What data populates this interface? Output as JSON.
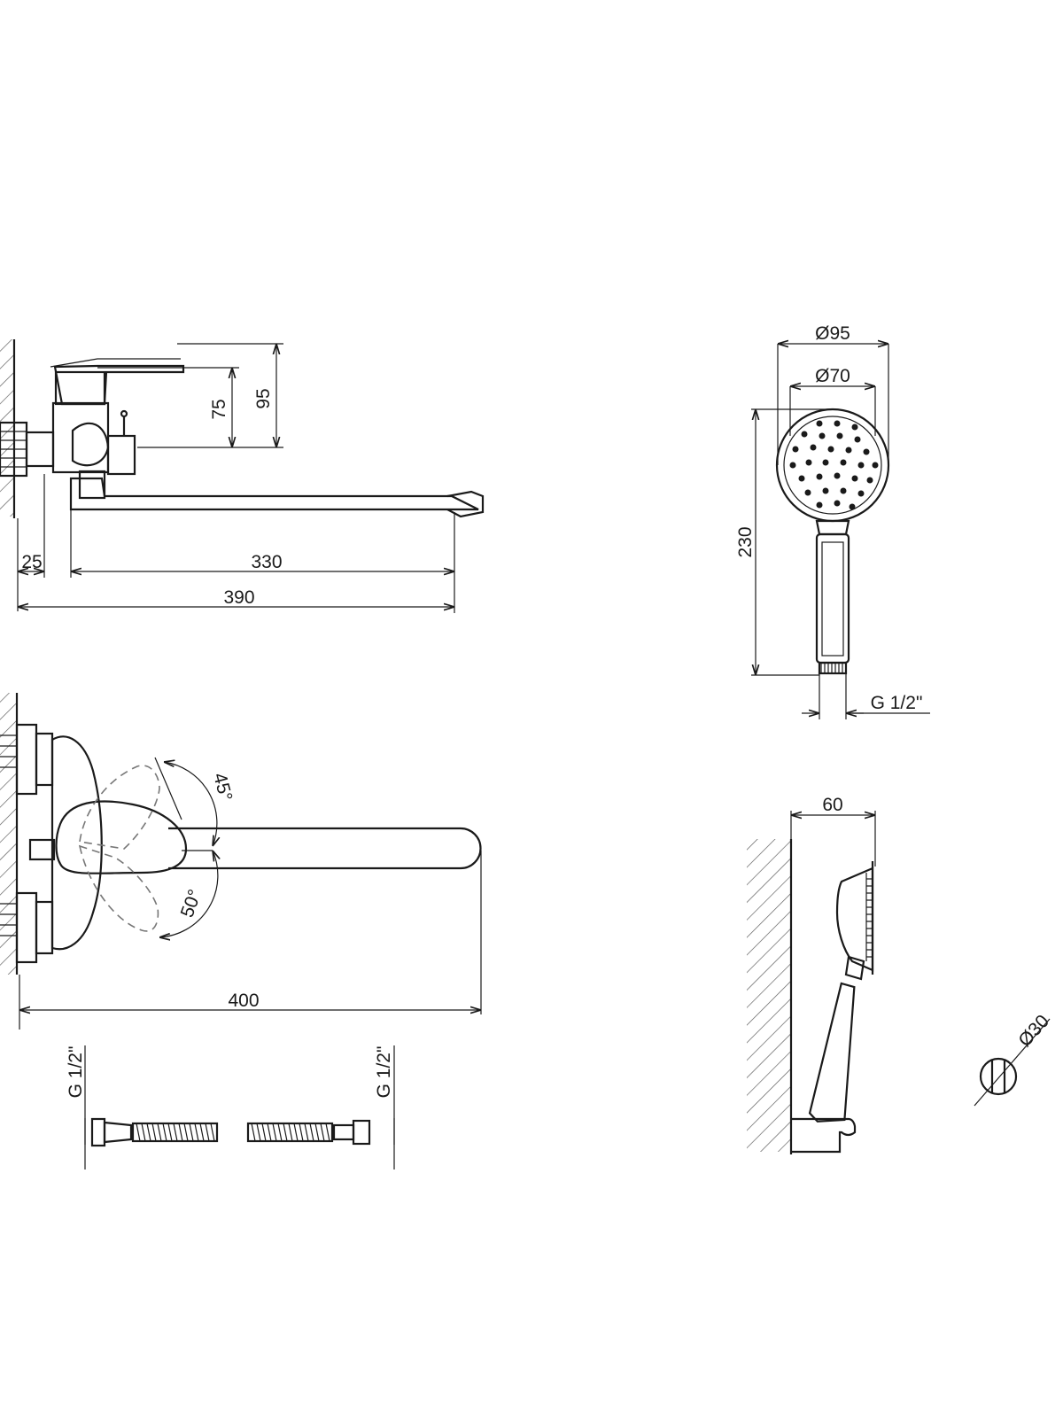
{
  "dimensions": {
    "height_75": "75",
    "height_95": "95",
    "offset_25": "25",
    "spout_330": "330",
    "total_390": "390",
    "head_d95": "Ø95",
    "head_d70": "Ø70",
    "handshower_230": "230",
    "handshower_thread": "G 1/2\"",
    "angle_45": "45°",
    "angle_50": "50°",
    "spout_400": "400",
    "hose_thread_left": "G 1/2\"",
    "hose_thread_right": "G 1/2\"",
    "holder_60": "60",
    "holder_d30": "Ø30"
  },
  "colors": {
    "line": "#1a1a1a",
    "hatch": "#555555",
    "ghost": "#777777"
  }
}
